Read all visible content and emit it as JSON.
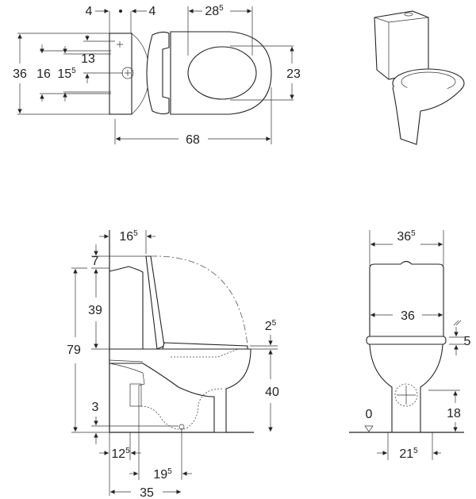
{
  "top_view": {
    "dims": {
      "left_4": {
        "main": "4"
      },
      "right_4": {
        "main": "4"
      },
      "seat_depth": {
        "main": "28",
        "sup": "5"
      },
      "width_36": {
        "main": "36"
      },
      "d16": {
        "main": "16"
      },
      "d15_5": {
        "main": "15",
        "sup": "5"
      },
      "d13": {
        "main": "13"
      },
      "seat_23": {
        "main": "23"
      },
      "length_68": {
        "main": "68"
      }
    }
  },
  "side_view": {
    "dims": {
      "d16_5": {
        "main": "16",
        "sup": "5"
      },
      "d7": {
        "main": "7"
      },
      "d39": {
        "main": "39"
      },
      "d79": {
        "main": "79"
      },
      "d2_5": {
        "main": "2",
        "sup": "5"
      },
      "d40": {
        "main": "40"
      },
      "d3": {
        "main": "3"
      },
      "d12_5": {
        "main": "12",
        "sup": "5"
      },
      "d19_5": {
        "main": "19",
        "sup": "5"
      },
      "d35": {
        "main": "35"
      }
    }
  },
  "front_view": {
    "dims": {
      "d36_5": {
        "main": "36",
        "sup": "5"
      },
      "d36": {
        "main": "36"
      },
      "d5": {
        "main": "5"
      },
      "d18": {
        "main": "18"
      },
      "d0": {
        "main": "0"
      },
      "d21_5": {
        "main": "21",
        "sup": "5"
      }
    }
  }
}
